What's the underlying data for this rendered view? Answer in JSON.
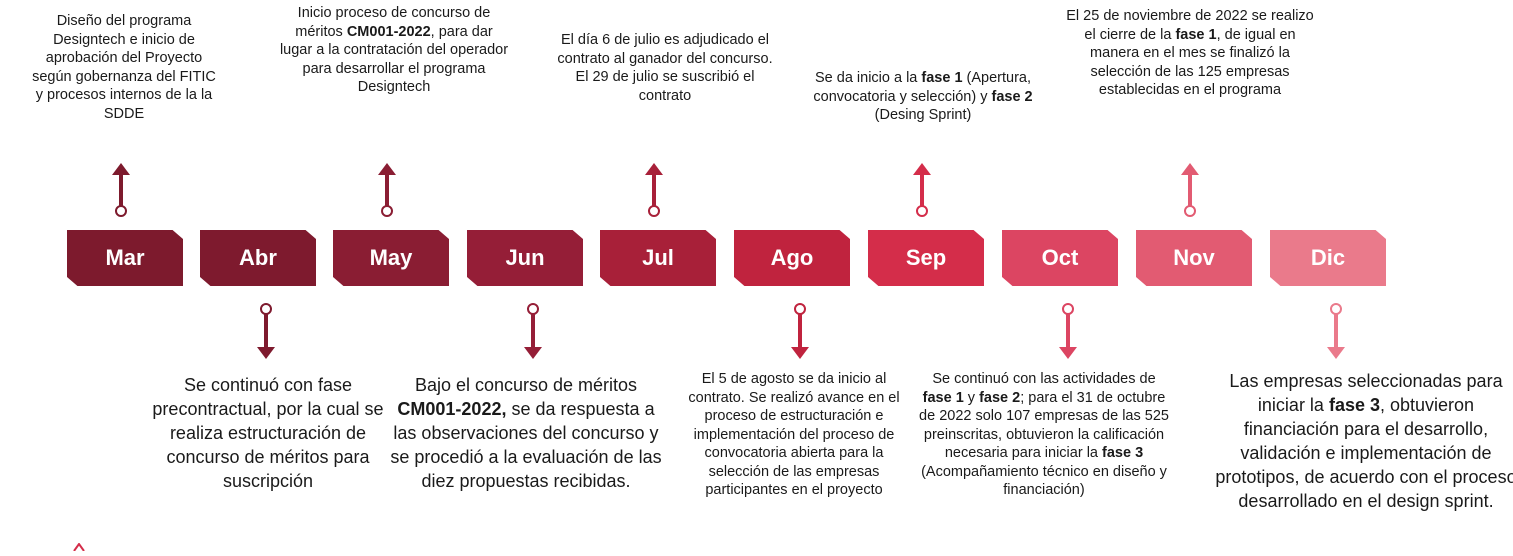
{
  "months": [
    {
      "label": "Mar",
      "color": "#7d1a2d"
    },
    {
      "label": "Abr",
      "color": "#7e1a2e"
    },
    {
      "label": "May",
      "color": "#8a1d33"
    },
    {
      "label": "Jun",
      "color": "#951e37"
    },
    {
      "label": "Jul",
      "color": "#a82039"
    },
    {
      "label": "Ago",
      "color": "#c0233e"
    },
    {
      "label": "Sep",
      "color": "#d42d4a"
    },
    {
      "label": "Oct",
      "color": "#dc4562"
    },
    {
      "label": "Nov",
      "color": "#e25b72"
    },
    {
      "label": "Dic",
      "color": "#ea7a8b"
    }
  ],
  "events_top": [
    {
      "month": "Mar",
      "parts": [
        {
          "t": "Diseño del programa Designtech e inicio de aprobación del Proyecto según gobernanza del FITIC y procesos internos de la la SDDE"
        }
      ]
    },
    {
      "month": "May",
      "parts": [
        {
          "t": "Inicio proceso de concurso de méritos "
        },
        {
          "t": "CM001-2022",
          "b": true
        },
        {
          "t": ", para dar lugar a la contratación del operador para desarrollar el programa Designtech"
        }
      ]
    },
    {
      "month": "Jul",
      "parts": [
        {
          "t": "El día 6 de julio es adjudicado el contrato al ganador del concurso. El 29 de julio se suscribió el contrato"
        }
      ]
    },
    {
      "month": "Sep",
      "parts": [
        {
          "t": "Se da inicio a la "
        },
        {
          "t": "fase 1",
          "b": true
        },
        {
          "t": " (Apertura, convocatoria y selección) y "
        },
        {
          "t": "fase 2",
          "b": true
        },
        {
          "t": " (Desing Sprint)"
        }
      ]
    },
    {
      "month": "Nov",
      "parts": [
        {
          "t": "El 25 de noviembre de 2022 se realizo el cierre de la "
        },
        {
          "t": "fase 1",
          "b": true
        },
        {
          "t": ",  de igual en manera en el mes se finalizó la  selección de las 125 empresas establecidas en el programa"
        }
      ]
    }
  ],
  "events_bottom": [
    {
      "month": "Abr",
      "parts": [
        {
          "t": "Se continuó con fase precontractual, por la cual se realiza estructuración de concurso de méritos para suscripción"
        }
      ]
    },
    {
      "month": "Jun",
      "parts": [
        {
          "t": "Bajo el concurso de méritos "
        },
        {
          "t": "CM001-2022,",
          "b": true
        },
        {
          "t": " se da respuesta a las observaciones del concurso y se procedió a la evaluación de las diez propuestas recibidas."
        }
      ]
    },
    {
      "month": "Ago",
      "parts": [
        {
          "t": "El 5 de agosto se da inicio al contrato. Se realizó avance en el proceso de estructuración e implementación del proceso de convocatoria abierta para la selección de las empresas participantes en el proyecto"
        }
      ]
    },
    {
      "month": "Oct",
      "parts": [
        {
          "t": "Se continuó con las actividades de "
        },
        {
          "t": "fase 1",
          "b": true
        },
        {
          "t": " y "
        },
        {
          "t": "fase 2",
          "b": true
        },
        {
          "t": "; para el  31 de octubre de 2022 solo 107 empresas de las 525 preinscritas, obtuvieron la calificación necesaria para iniciar la "
        },
        {
          "t": "fase 3",
          "b": true
        },
        {
          "t": " (Acompañamiento técnico en diseño y financiación)"
        }
      ]
    },
    {
      "month": "Dic",
      "parts": [
        {
          "t": "Las empresas seleccionadas para iniciar la "
        },
        {
          "t": "fase 3",
          "b": true
        },
        {
          "t": ", obtuvieron financiación para el desarrollo, validación e implementación de prototipos, de acuerdo con el proceso desarrollado en el design sprint."
        }
      ]
    }
  ]
}
